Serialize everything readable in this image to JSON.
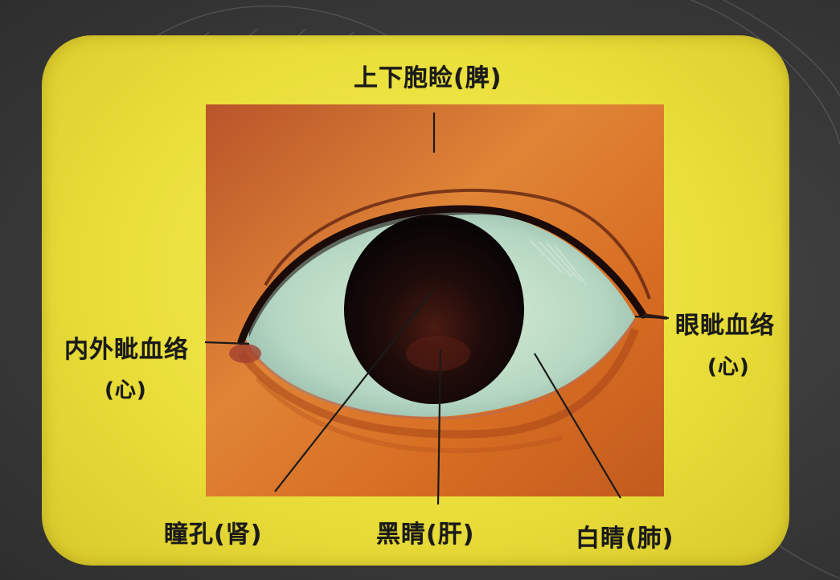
{
  "labels": {
    "top": "上下胞睑(脾)",
    "left_main": "内外眦血络",
    "left_sub": "(心)",
    "right_main": "眼眦血络",
    "right_sub": "(心)",
    "pupil": "瞳孔(肾)",
    "iris": "黑睛(肝)",
    "sclera": "白睛(肺)"
  },
  "colors": {
    "background": "#3b3b3b",
    "card": "#eadf3a",
    "skin": "#d8752a",
    "sclera": "#bcd9c4",
    "iris": "#1a0d0c",
    "line": "#1a1a1a"
  }
}
